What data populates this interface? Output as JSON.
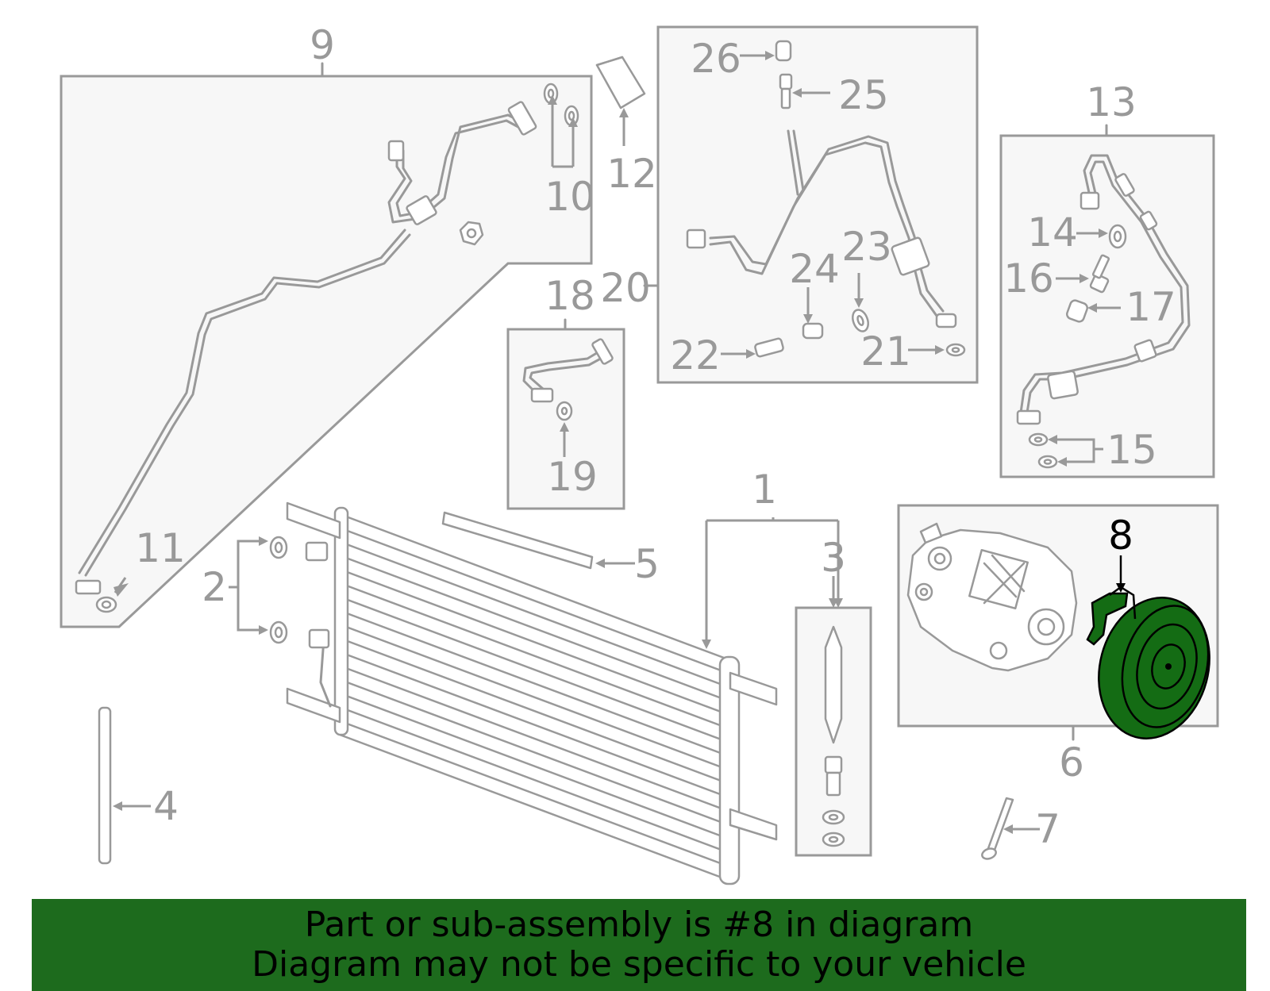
{
  "callouts": {
    "c1": "1",
    "c2": "2",
    "c3": "3",
    "c4": "4",
    "c5": "5",
    "c6": "6",
    "c7": "7",
    "c8": "8",
    "c9": "9",
    "c10": "10",
    "c11": "11",
    "c12": "12",
    "c13": "13",
    "c14": "14",
    "c15": "15",
    "c16": "16",
    "c17": "17",
    "c18": "18",
    "c19": "19",
    "c20": "20",
    "c21": "21",
    "c22": "22",
    "c23": "23",
    "c24": "24",
    "c25": "25",
    "c26": "26"
  },
  "highlighted_part": "8",
  "colors": {
    "highlight": "#146c14",
    "banner": "#1d6b1d",
    "lines": "#999999"
  },
  "banner": {
    "line1": "Part or sub-assembly is #8 in diagram",
    "line2": "Diagram may not be specific to your vehicle"
  }
}
